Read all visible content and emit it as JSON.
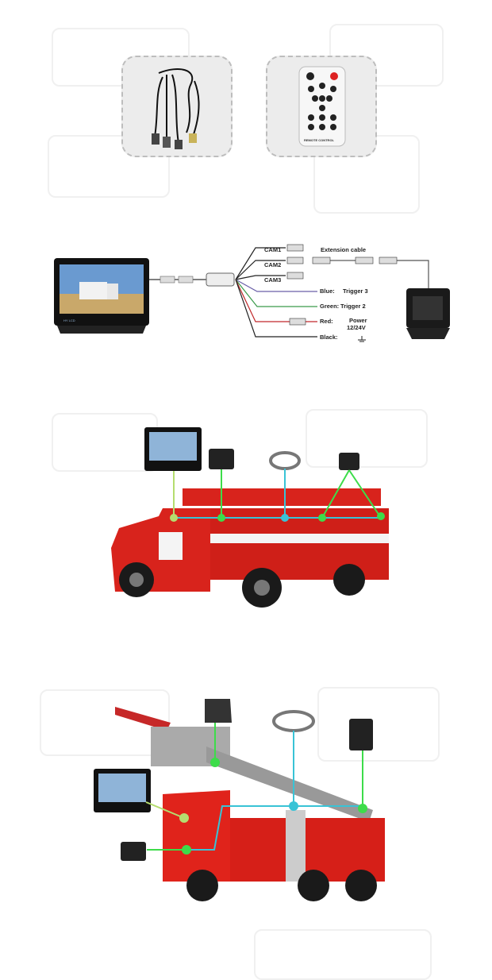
{
  "accessories": {
    "cable_card": {
      "icon": "cable-harness-icon"
    },
    "remote_card": {
      "icon": "remote-control-icon",
      "remote_label": "REMOTE CONTROL"
    }
  },
  "wiring": {
    "monitor_brand": "HY LCD",
    "cam1": "CAM1",
    "cam2": "CAM2",
    "cam3": "CAM3",
    "extension": "Extension cable",
    "blue": "Blue:",
    "blue_fn": "Trigger 3",
    "green": "Green:",
    "green_fn": "Trigger 2",
    "red": "Red:",
    "red_fn": "Power",
    "red_volt": "12/24V",
    "black": "Black:",
    "wire_colors": {
      "blue": "#6a5fa8",
      "green": "#3a9a4a",
      "red": "#c0282a",
      "black": "#222222"
    }
  },
  "diagrams": {
    "fire_truck": {
      "truck_color": "#d8231c",
      "link_colors": {
        "green": "#3ddc4a",
        "cyan": "#39c3d6"
      }
    },
    "ladder_truck": {
      "truck_color": "#e0231b"
    }
  }
}
